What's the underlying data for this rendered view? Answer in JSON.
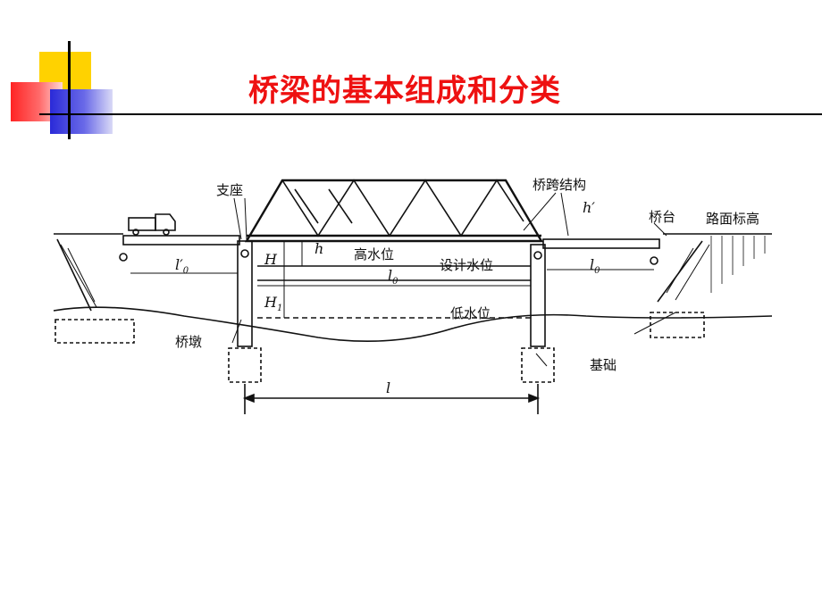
{
  "slide": {
    "title": "桥梁的基本组成和分类"
  },
  "diagram": {
    "labels": {
      "bearing": "支座",
      "superstructure": "桥跨结构",
      "abutment": "桥台",
      "road_elevation": "路面标高",
      "pier": "桥墩",
      "foundation": "基础",
      "high_water": "高水位",
      "design_water": "设计水位",
      "low_water": "低水位"
    },
    "symbols": {
      "h": "h",
      "h_prime": "h′",
      "H": "H",
      "H1": "H",
      "H1_sub": "1",
      "l": "l",
      "l0": "l",
      "l0_sub": "0",
      "l0_prime_left": "l′",
      "l0_prime_sub": "0",
      "l0_right": "l",
      "l0_right_sub": "0"
    }
  }
}
